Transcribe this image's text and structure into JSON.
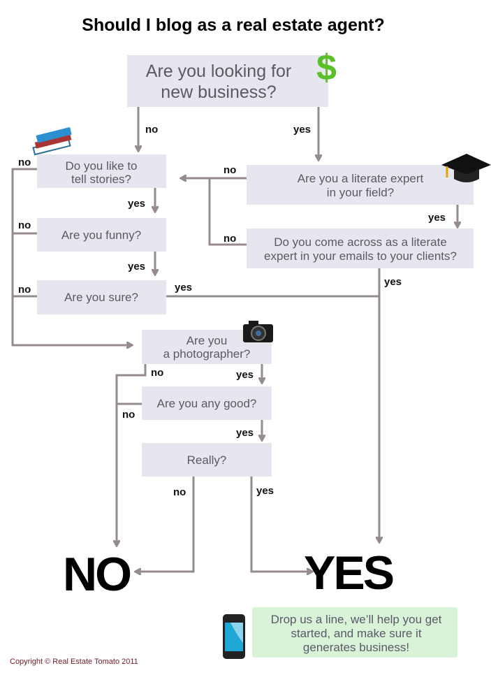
{
  "title": "Should I blog as a real estate agent?",
  "questions": {
    "new_business": [
      "Are you looking for",
      "new business?"
    ],
    "stories": [
      "Do you like to",
      "tell stories?"
    ],
    "literate": [
      "Are you a literate expert",
      "in your field?"
    ],
    "emails": [
      "Do you come across as a literate",
      "expert in your emails to your clients?"
    ],
    "funny": "Are you funny?",
    "sure": "Are you sure?",
    "photographer": [
      "Are you",
      "a photographer?"
    ],
    "good": "Are you any good?",
    "really": "Really?"
  },
  "labels": {
    "yes": "yes",
    "no": "no"
  },
  "outcomes": {
    "no": "NO",
    "yes": "YES"
  },
  "cta": [
    "Drop us a line, we’ll help you get",
    "started, and make sure it",
    "generates business!"
  ],
  "copyright": "Copyright © Real Estate Tomato 2011",
  "colors": {
    "box": "#e6e6ee",
    "line": "#958b8f",
    "cta": "#d8f3d8",
    "dollar": "#5bbf2a",
    "copyright": "#6b1a2a"
  }
}
